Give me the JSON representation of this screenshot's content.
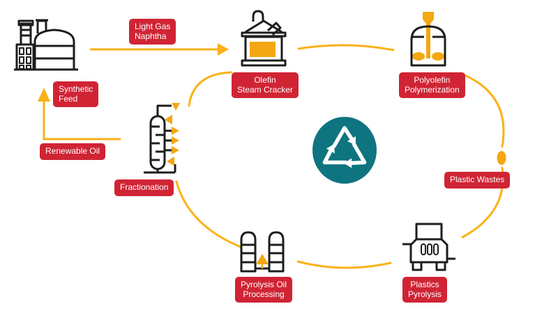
{
  "diagram_title": "Plastics circular economy process cycle",
  "colors": {
    "label_background": "#D02435",
    "label_text": "#FFFFFF",
    "flow_yellow": "#FBB117",
    "accent_yellow_fill": "#F3A712",
    "icon_ink": "#1D1D1B",
    "recycle_teal": "#0E7480",
    "recycle_arrows": "#FFFFFF",
    "background": "#FFFFFF"
  },
  "labels": {
    "light_gas_naphtha": {
      "lines": [
        "Light Gas",
        "Naphtha"
      ]
    },
    "synthetic_feed": {
      "lines": [
        "Synthetic",
        "Feed"
      ]
    },
    "renewable_oil": {
      "lines": [
        "Renewable Oil"
      ]
    },
    "olefin_steam_cracker": {
      "lines": [
        "Olefin",
        "Steam Cracker"
      ]
    },
    "polyolefin_polymerization": {
      "lines": [
        "Polyolefin",
        "Polymerization"
      ]
    },
    "plastic_wastes": {
      "lines": [
        "Plastic Wastes"
      ]
    },
    "plastics_pyrolysis": {
      "lines": [
        "Plastics",
        "Pyrolysis"
      ]
    },
    "pyrolysis_oil_processing": {
      "lines": [
        "Pyrolysis Oil",
        "Processing"
      ]
    },
    "fractionation": {
      "lines": [
        "Fractionation"
      ]
    }
  },
  "icons": [
    "refinery-icon",
    "olefin-steam-cracker-icon",
    "polyolefin-polymerization-icon",
    "plastic-wastes-oval-icon",
    "plastics-pyrolysis-icon",
    "pyrolysis-oil-towers-icon",
    "fractionation-column-icon",
    "recycle-icon"
  ],
  "cycle_sequence": [
    "Olefin Steam Cracker",
    "Polyolefin Polymerization",
    "Plastic Wastes",
    "Plastics Pyrolysis",
    "Pyrolysis Oil Processing",
    "Fractionation"
  ],
  "inputs": [
    "Light Gas Naphtha",
    "Synthetic Feed",
    "Renewable Oil"
  ]
}
